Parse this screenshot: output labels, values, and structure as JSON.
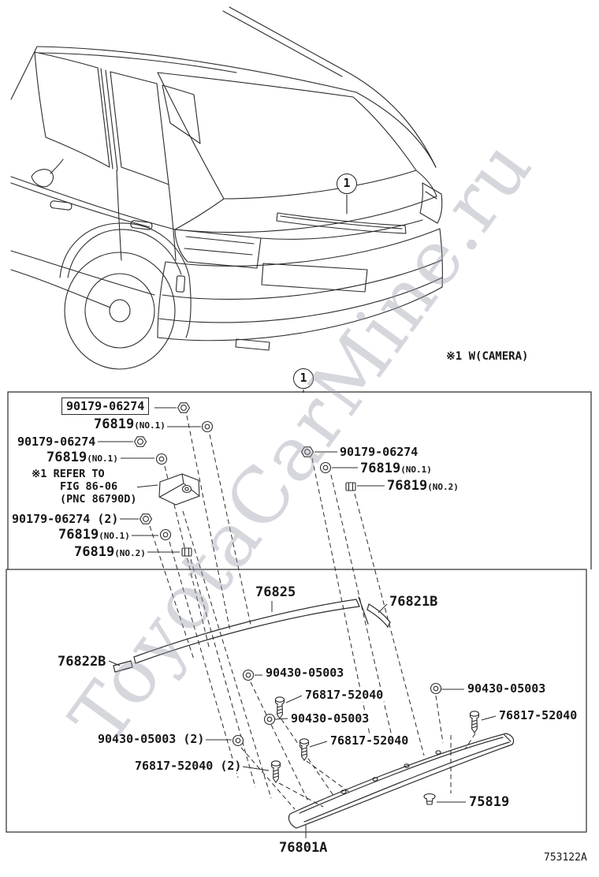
{
  "watermark": "ToyotaCarMine.ru",
  "figure_code": "753122A",
  "callout": "1",
  "notes": {
    "camera": "※1 W(CAMERA)",
    "refer1": "※1 REFER TO",
    "refer2": "FIG 86-06",
    "refer3": "(PNC 86790D)"
  },
  "labels": {
    "u1": {
      "text": "90179-06274"
    },
    "u2": {
      "text": "76819",
      "suffix": "(NO.1)"
    },
    "u3": {
      "text": "90179-06274"
    },
    "u4": {
      "text": "76819",
      "suffix": "(NO.1)"
    },
    "u5": {
      "text": "90179-06274",
      "suffix": " (2)"
    },
    "u6": {
      "text": "76819",
      "suffix": "(NO.1)"
    },
    "u7": {
      "text": "76819",
      "suffix": "(NO.2)"
    },
    "u8": {
      "text": "90179-06274"
    },
    "u9": {
      "text": "76819",
      "suffix": "(NO.1)"
    },
    "u10": {
      "text": "76819",
      "suffix": "(NO.2)"
    },
    "m1": {
      "text": "76825"
    },
    "m2": {
      "text": "76821B"
    },
    "m3": {
      "text": "76822B"
    },
    "s1": {
      "text": "90430-05003"
    },
    "s2": {
      "text": "76817-52040"
    },
    "s3": {
      "text": "90430-05003"
    },
    "s4": {
      "text": "76817-52040"
    },
    "s5": {
      "text": "90430-05003"
    },
    "s6": {
      "text": "76817-52040"
    },
    "s7": {
      "text": "90430-05003",
      "suffix": " (2)"
    },
    "s8": {
      "text": "76817-52040",
      "suffix": " (2)"
    },
    "c1": {
      "text": "75819"
    },
    "main": {
      "text": "76801A"
    }
  }
}
